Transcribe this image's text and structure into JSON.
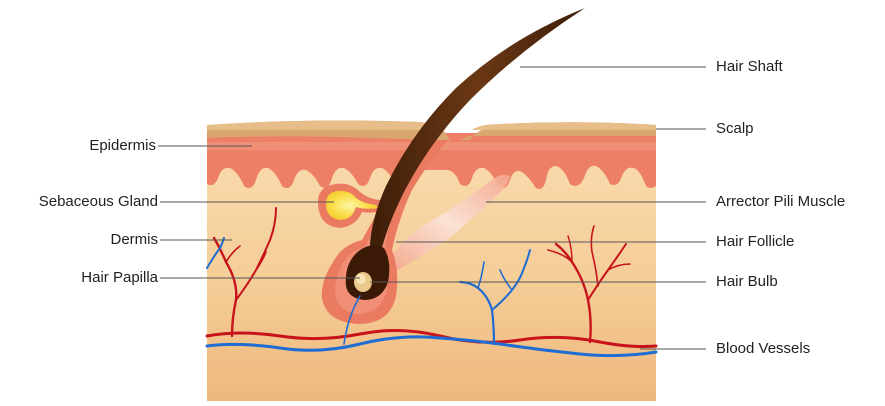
{
  "diagram": {
    "left_labels": {
      "epidermis": "Epidermis",
      "sebaceous_gland": "Sebaceous Gland",
      "dermis": "Dermis",
      "hair_papilla": "Hair Papilla"
    },
    "right_labels": {
      "hair_shaft": "Hair Shaft",
      "scalp": "Scalp",
      "arrector_pili_muscle": "Arrector Pili Muscle",
      "hair_follicle": "Hair Follicle",
      "hair_bulb": "Hair Bulb",
      "blood_vessels": "Blood Vessels"
    }
  },
  "colors": {
    "scalp_surface": "#d9a66f",
    "epidermis": "#ec7f66",
    "dermis": "#f7d4a4",
    "subcutis": "#f1be86",
    "hair": "#5c2e0e",
    "follicle": "#ea7a60",
    "sebaceous": "#f9dc45",
    "artery": "#c8131c",
    "vein": "#1f6dd3",
    "leader_line": "#555555",
    "label_text": "#222222"
  }
}
